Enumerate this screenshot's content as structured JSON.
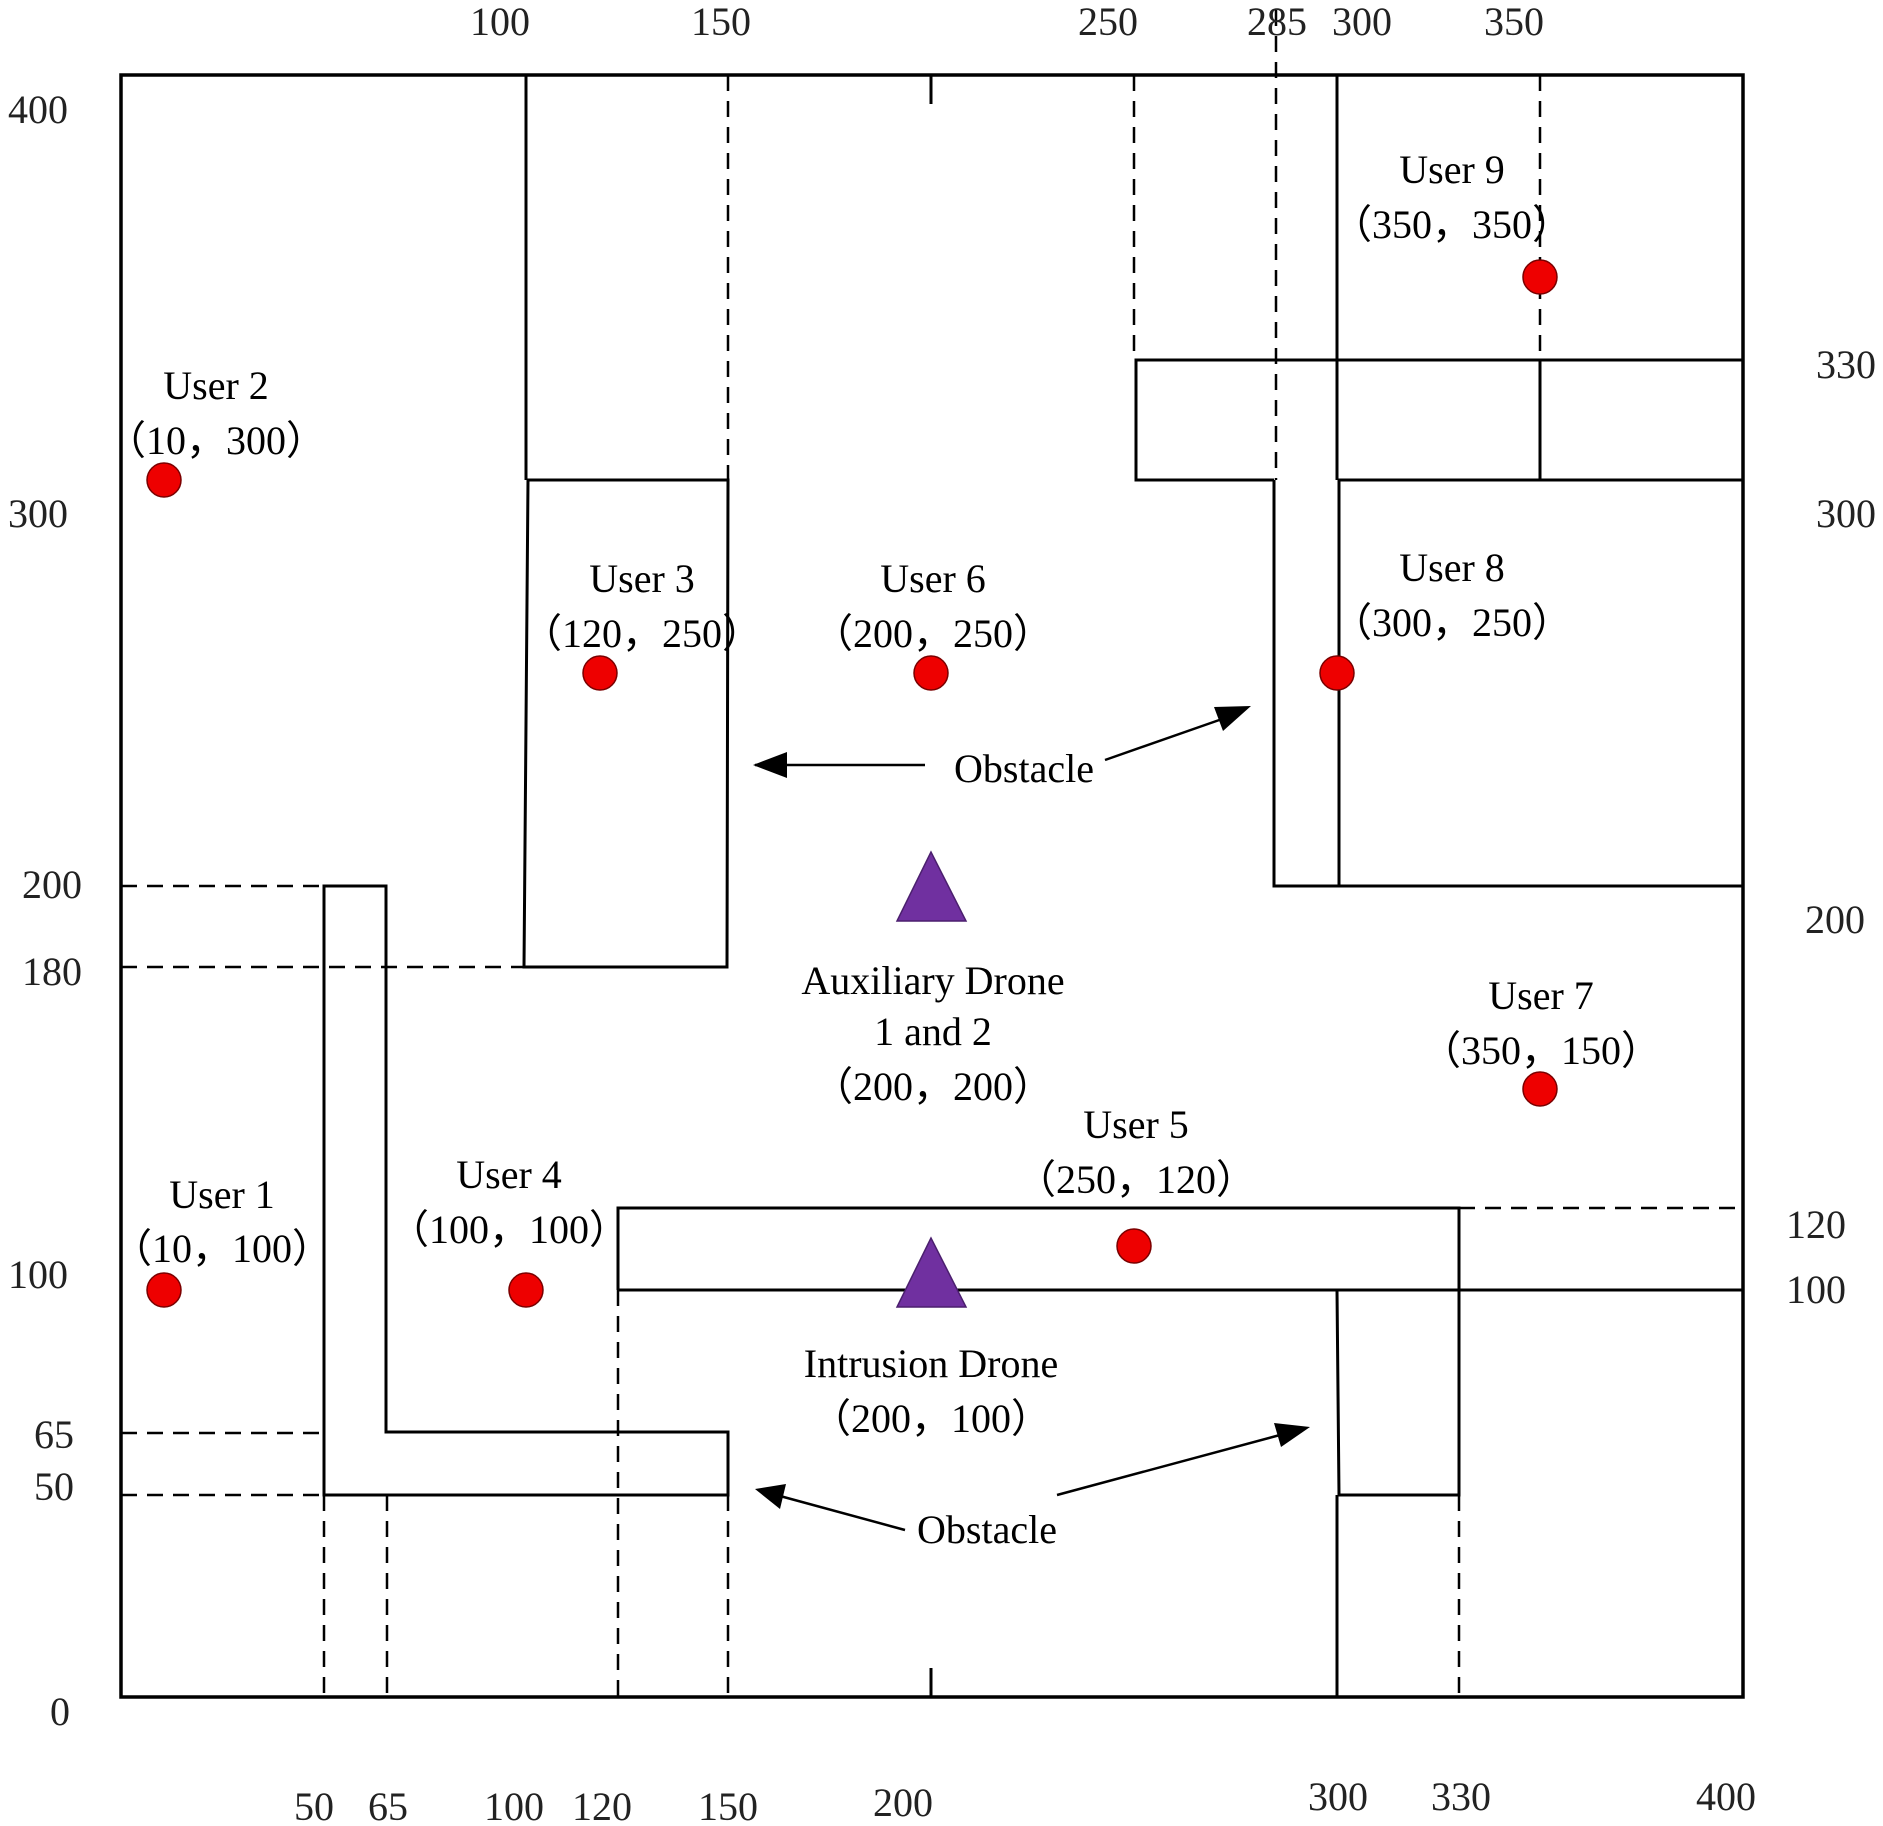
{
  "axis_ticks": {
    "top": [
      "100",
      "150",
      "250",
      "285",
      "300",
      "350"
    ],
    "bottom": [
      "50",
      "65",
      "100",
      "120",
      "150",
      "200",
      "300",
      "330",
      "400"
    ],
    "left": [
      "400",
      "300",
      "200",
      "180",
      "100",
      "65",
      "50",
      "0"
    ],
    "right": [
      "330",
      "300",
      "200",
      "120",
      "100"
    ]
  },
  "users": [
    {
      "name": "User 1",
      "coord": "（10，100）"
    },
    {
      "name": "User 2",
      "coord": "（10，300）"
    },
    {
      "name": "User 3",
      "coord": "（120，250）"
    },
    {
      "name": "User 4",
      "coord": "（100，100）"
    },
    {
      "name": "User 5",
      "coord": "（250，120）"
    },
    {
      "name": "User 6",
      "coord": "（200，250）"
    },
    {
      "name": "User 7",
      "coord": "（350，150）"
    },
    {
      "name": "User 8",
      "coord": "（300，250）"
    },
    {
      "name": "User 9",
      "coord": "（350，350）"
    }
  ],
  "auxiliary_drone": {
    "line1": "Auxiliary Drone",
    "line2": "1 and 2",
    "coord": "（200，200）"
  },
  "intrusion_drone": {
    "line1": "Intrusion Drone",
    "coord": "（200，100）"
  },
  "obstacle_labels": [
    "Obstacle",
    "Obstacle"
  ],
  "colors": {
    "user_marker": "#ee0000",
    "drone_marker": "#7030a0",
    "lines": "#000000"
  }
}
